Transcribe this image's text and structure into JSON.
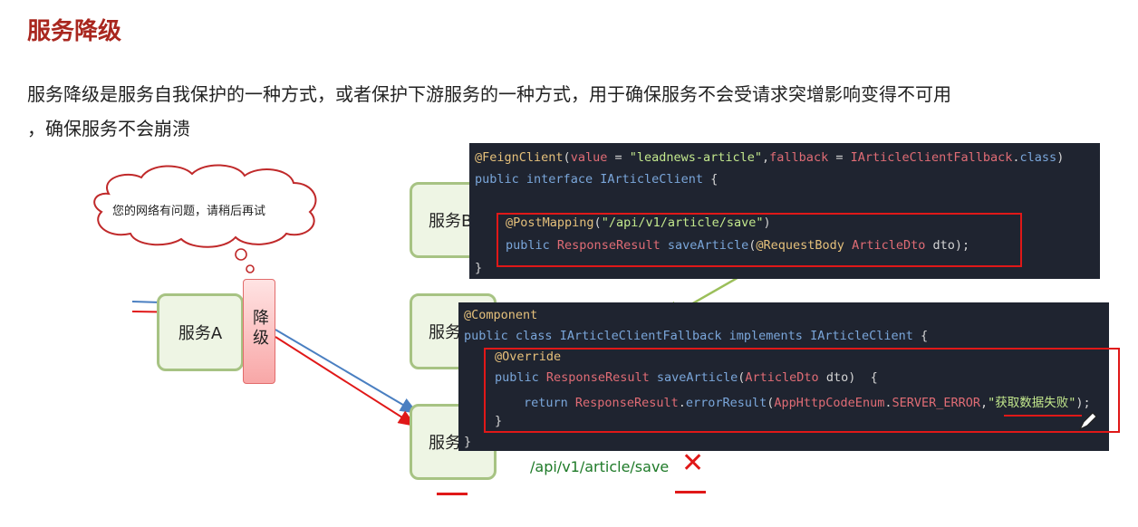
{
  "slide": {
    "title": "服务降级",
    "description_line1": "服务降级是服务自我保护的一种方式，或者保护下游服务的一种方式，用于确保服务不会受请求突增影响变得不可用",
    "description_line2": "，确保服务不会崩溃"
  },
  "diagram": {
    "cloud_text": "您的网络有问题，请稍后再试",
    "service_a": "服务A",
    "degrade_label": "降级",
    "service_top": "服务B",
    "service_mid": "服务",
    "service_bottom": "服务",
    "api_path": "/api/v1/article/save",
    "fail_mark": "✕",
    "colors": {
      "accent_red": "#e01818",
      "arrow_blue": "#4a7fc1",
      "box_green": "#a7c383",
      "title_red": "#a9271f"
    }
  },
  "code_top": {
    "l1": {
      "ann": "@FeignClient",
      "p1": "(",
      "k1": "value",
      "p2": " = ",
      "s1": "\"leadnews-article\"",
      "p3": ",",
      "k2": "fallback",
      "p4": " = ",
      "t1": "IArticleClientFallback",
      "p5": ".",
      "k3": "class",
      "p6": ")"
    },
    "l2": {
      "k1": "public",
      "k2": "interface",
      "t1": "IArticleClient",
      "p1": " {"
    },
    "l3": {
      "ann": "@PostMapping",
      "p1": "(",
      "s1": "\"/api/v1/article/save\"",
      "p2": ")"
    },
    "l4": {
      "k1": "public",
      "t1": "ResponseResult",
      "f1": "saveArticle",
      "p1": "(",
      "ann": "@RequestBody",
      "t2": "ArticleDto",
      "p2": " dto);"
    },
    "l5": "}"
  },
  "code_bottom": {
    "l1": {
      "ann": "@Component"
    },
    "l2": {
      "k1": "public",
      "k2": "class",
      "t1": "IArticleClientFallback",
      "k3": "implements",
      "t2": "IArticleClient",
      "p1": " {"
    },
    "l3": {
      "ann": "@Override"
    },
    "l4": {
      "k1": "public",
      "t1": "ResponseResult",
      "f1": "saveArticle",
      "p1": "(",
      "t2": "ArticleDto",
      "p2": " dto)  {"
    },
    "l5": {
      "k1": "return",
      "t1": "ResponseResult",
      "p1": ".",
      "f1": "errorResult",
      "p2": "(",
      "t2": "AppHttpCodeEnum",
      "p3": ".",
      "c1": "SERVER_ERROR",
      "p4": ",",
      "s1": "\"获取数据失败\"",
      "p5": ");"
    },
    "l6": "}",
    "l7": "}"
  }
}
